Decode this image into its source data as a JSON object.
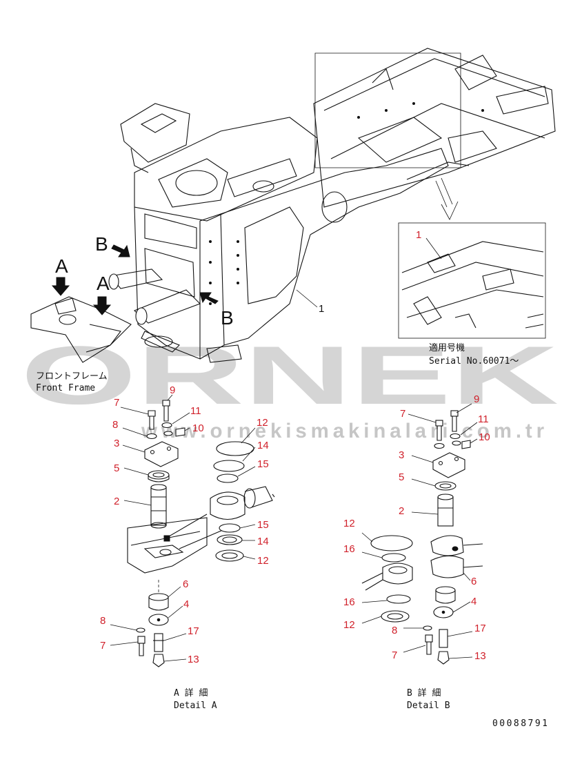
{
  "watermark": {
    "brand": "ORNEK",
    "url": "www.ornekismakinalari.com.tr"
  },
  "main_view": {
    "label_front_frame_jp": "フロントフレーム",
    "label_front_frame_en": "Front Frame",
    "part_callout": "1",
    "arrow_a_left": "A",
    "arrow_a_right": "A",
    "arrow_b_top": "B",
    "arrow_b_right": "B"
  },
  "inset": {
    "callout": "1",
    "applicable_jp": "適用号機",
    "serial": "Serial No.60071～"
  },
  "detail_a": {
    "title_jp": "A 詳 細",
    "title_en": "Detail A",
    "callouts": {
      "c9": "9",
      "c7a": "7",
      "c11": "11",
      "c8a": "8",
      "c10": "10",
      "c3": "3",
      "c5": "5",
      "c2": "2",
      "c12a": "12",
      "c14a": "14",
      "c15a": "15",
      "c15b": "15",
      "c14b": "14",
      "c12b": "12",
      "c6": "6",
      "c4": "4",
      "c8b": "8",
      "c17": "17",
      "c7b": "7",
      "c13": "13"
    }
  },
  "detail_b": {
    "title_jp": "B 詳 細",
    "title_en": "Detail B",
    "callouts": {
      "c9": "9",
      "c7a": "7",
      "c11": "11",
      "c10": "10",
      "c3": "3",
      "c5": "5",
      "c2": "2",
      "c12a": "12",
      "c16a": "16",
      "c6": "6",
      "c16b": "16",
      "c4": "4",
      "c12b": "12",
      "c8": "8",
      "c17": "17",
      "c7b": "7",
      "c13": "13"
    }
  },
  "drawing_number": "00088791",
  "colors": {
    "callout": "#d0202a",
    "line": "#111111",
    "watermark": "#c8c8c8"
  }
}
